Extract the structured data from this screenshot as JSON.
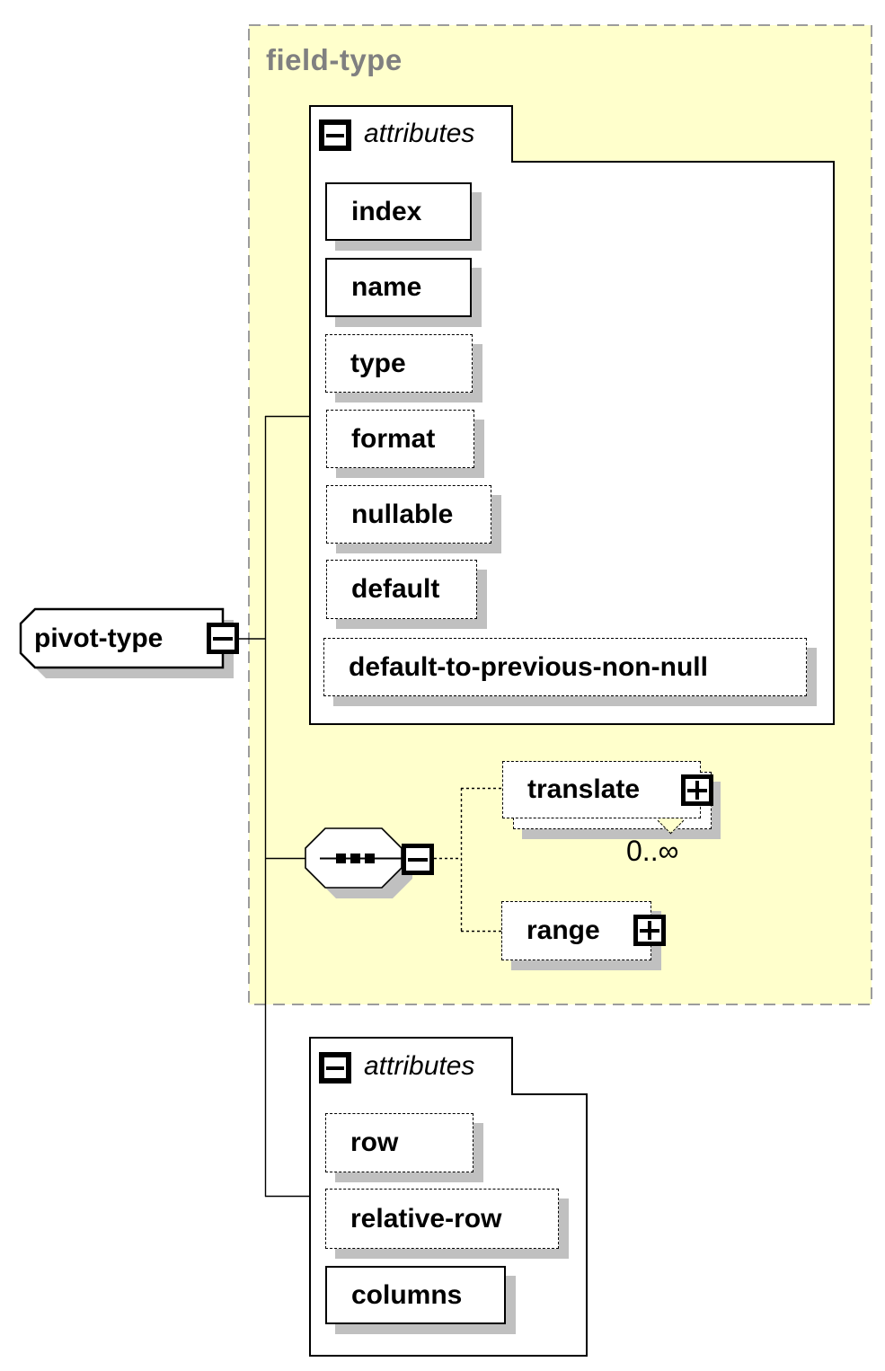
{
  "group": {
    "label": "field-type"
  },
  "root_element": {
    "label": "pivot-type",
    "toggle": "minus"
  },
  "top_attributes": {
    "header": "attributes",
    "toggle": "minus",
    "items": [
      {
        "label": "index",
        "use": "required"
      },
      {
        "label": "name",
        "use": "required"
      },
      {
        "label": "type",
        "use": "optional"
      },
      {
        "label": "format",
        "use": "optional"
      },
      {
        "label": "nullable",
        "use": "optional"
      },
      {
        "label": "default",
        "use": "optional"
      },
      {
        "label": "default-to-previous-non-null",
        "use": "optional"
      }
    ]
  },
  "sequence": {
    "kind": "sequence-compositor",
    "toggle": "minus"
  },
  "sequence_children": [
    {
      "label": "translate",
      "toggle": "plus",
      "occurrence": "0..∞",
      "multiple": true,
      "optional": true
    },
    {
      "label": "range",
      "toggle": "plus",
      "optional": true
    }
  ],
  "bottom_attributes": {
    "header": "attributes",
    "toggle": "minus",
    "items": [
      {
        "label": "row",
        "use": "optional"
      },
      {
        "label": "relative-row",
        "use": "optional"
      },
      {
        "label": "columns",
        "use": "required"
      }
    ]
  },
  "icons": {
    "collapse": "minus-box",
    "expand": "plus-box"
  },
  "colors": {
    "group_background": "#FFFFCC",
    "group_border": "#9C9C9C",
    "group_label_text": "#808080",
    "shadow": "#C0C0C0",
    "line": "#000000",
    "box_background": "#FFFFFF"
  }
}
